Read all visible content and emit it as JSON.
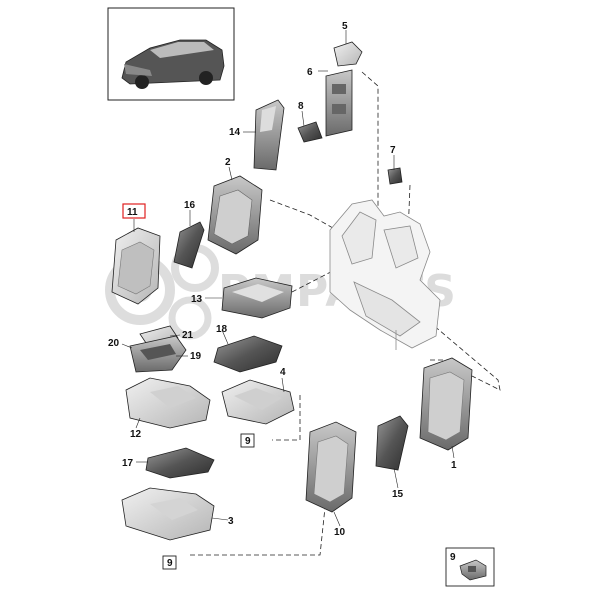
{
  "watermark": "PMPARTS",
  "callouts": {
    "c1": "1",
    "c2": "2",
    "c3": "3",
    "c4": "4",
    "c5": "5",
    "c6": "6",
    "c7": "7",
    "c8": "8",
    "c10": "10",
    "c11": "11",
    "c12": "12",
    "c13": "13",
    "c14": "14",
    "c15": "15",
    "c16": "16",
    "c17": "17",
    "c18": "18",
    "c19": "19",
    "c20": "20",
    "c21": "21"
  },
  "ref_boxes": {
    "r9a": "9",
    "r9b": "9",
    "r9legend": "9"
  },
  "colors": {
    "highlight_box": "#e02020",
    "part_dark": "#3a3a3a",
    "part_mid": "#8a8a8a",
    "part_light": "#d4d4d4"
  },
  "icons": [
    "car-thumbnail-icon",
    "gear-watermark-icon",
    "clip-part-icon"
  ]
}
